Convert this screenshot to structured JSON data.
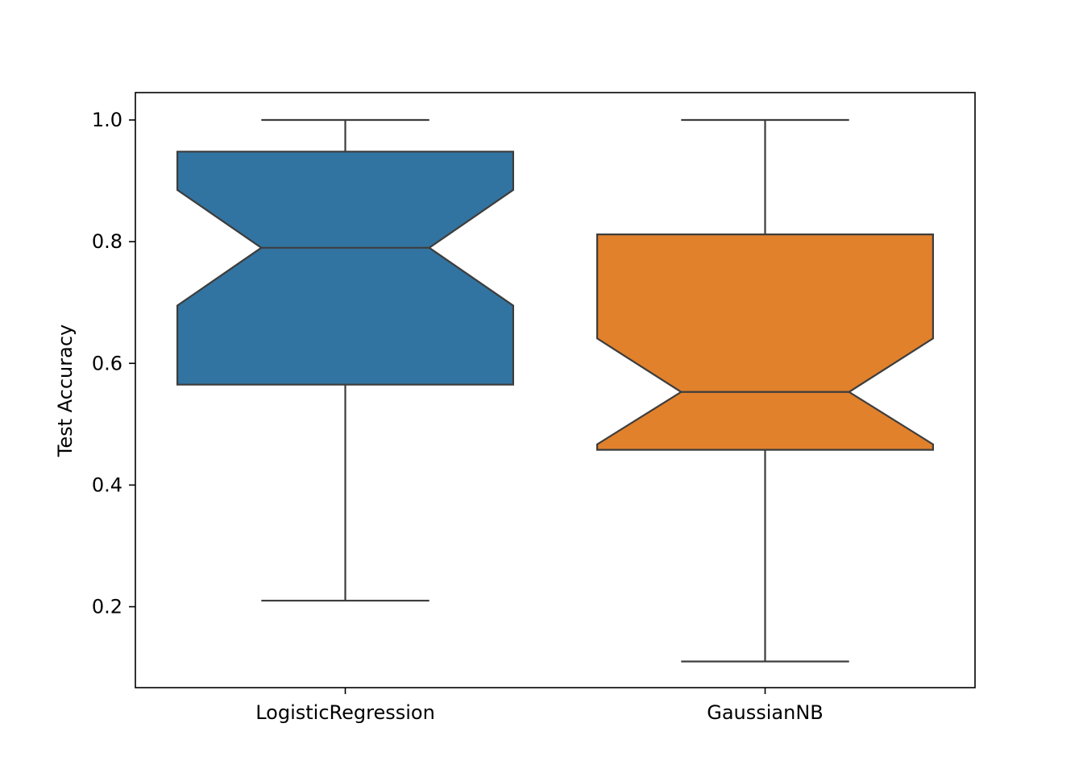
{
  "chart_data": {
    "type": "box",
    "notched": true,
    "title": "",
    "xlabel": "",
    "ylabel": "Test Accuracy",
    "ylim": [
      0.067,
      1.045
    ],
    "yticks": [
      "0.2",
      "0.4",
      "0.6",
      "0.8",
      "1.0"
    ],
    "grid": false,
    "categories": [
      "LogisticRegression",
      "GaussianNB"
    ],
    "boxes": [
      {
        "category": "LogisticRegression",
        "whisker_low": 0.21,
        "q1": 0.565,
        "median": 0.79,
        "q3": 0.948,
        "whisker_high": 1.0,
        "notch_low": 0.695,
        "notch_high": 0.885,
        "color": "#3274a1"
      },
      {
        "category": "GaussianNB",
        "whisker_low": 0.11,
        "q1": 0.458,
        "median": 0.553,
        "q3": 0.812,
        "whisker_high": 1.0,
        "notch_low": 0.467,
        "notch_high": 0.641,
        "color": "#e1812c"
      }
    ]
  }
}
